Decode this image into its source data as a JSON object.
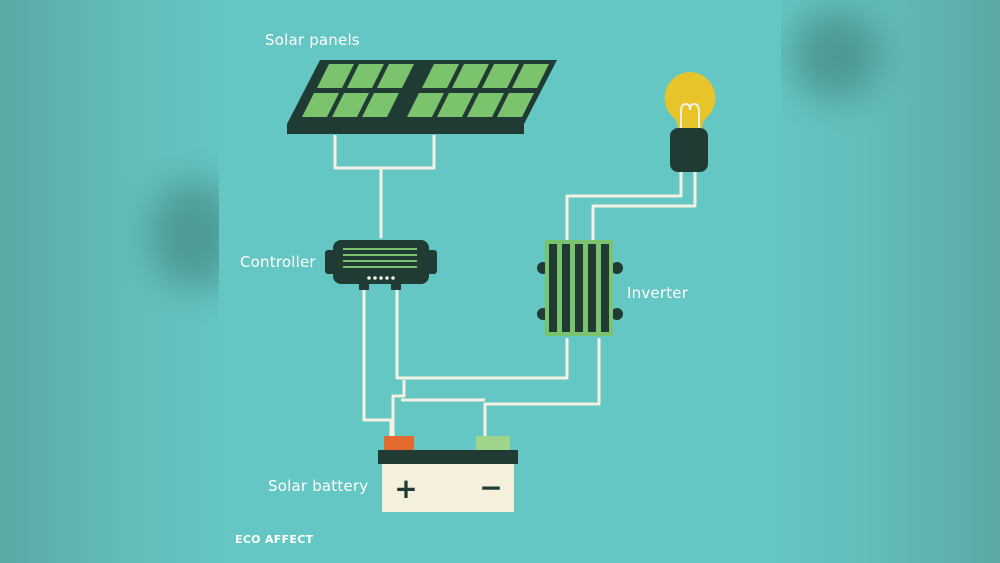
{
  "labels": {
    "solar_panels": "Solar panels",
    "controller": "Controller",
    "inverter": "Inverter",
    "solar_battery": "Solar battery"
  },
  "battery": {
    "plus": "+",
    "minus": "−"
  },
  "brand": "ECO AFFECT",
  "colors": {
    "background": "#65c7c3",
    "dark": "#1f3b33",
    "panel_cell": "#7cc36e",
    "wire": "#f3f1e3",
    "bulb": "#e7c52a",
    "battery_body": "#f4f0dc",
    "positive_terminal": "#e36a2e",
    "negative_terminal": "#9ed58a"
  }
}
